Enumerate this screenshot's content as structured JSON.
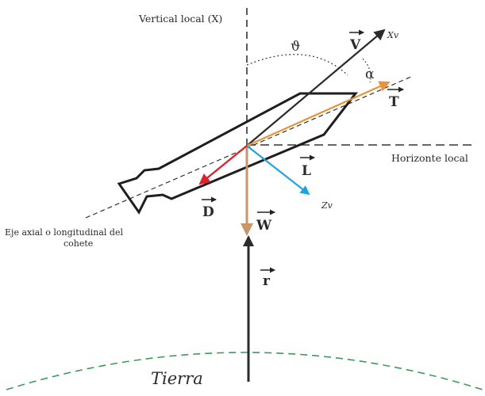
{
  "labels": {
    "vertical_local": "Vertical local (X)",
    "horizonte_local": "Horizonte local",
    "eje_axial_line1": "Eje axial o longitudinal del",
    "eje_axial_line2": "cohete",
    "theta": "ϑ",
    "alpha": "α",
    "xv": "Xv",
    "zv": "Zv",
    "tierra": "Tierra"
  },
  "vectors": {
    "V": {
      "symbol": "V",
      "color": "#2b2b2b"
    },
    "T": {
      "symbol": "T",
      "color": "#e8923a"
    },
    "L": {
      "symbol": "L",
      "color": "#1fa3e0"
    },
    "D": {
      "symbol": "D",
      "color": "#d9232d"
    },
    "W": {
      "symbol": "W",
      "color": "#c9956a"
    },
    "r": {
      "symbol": "r",
      "color": "#2b2b2b"
    }
  },
  "colors": {
    "outline": "#1e1e1e",
    "earth": "#3f9a5a",
    "guide": "#333333"
  }
}
